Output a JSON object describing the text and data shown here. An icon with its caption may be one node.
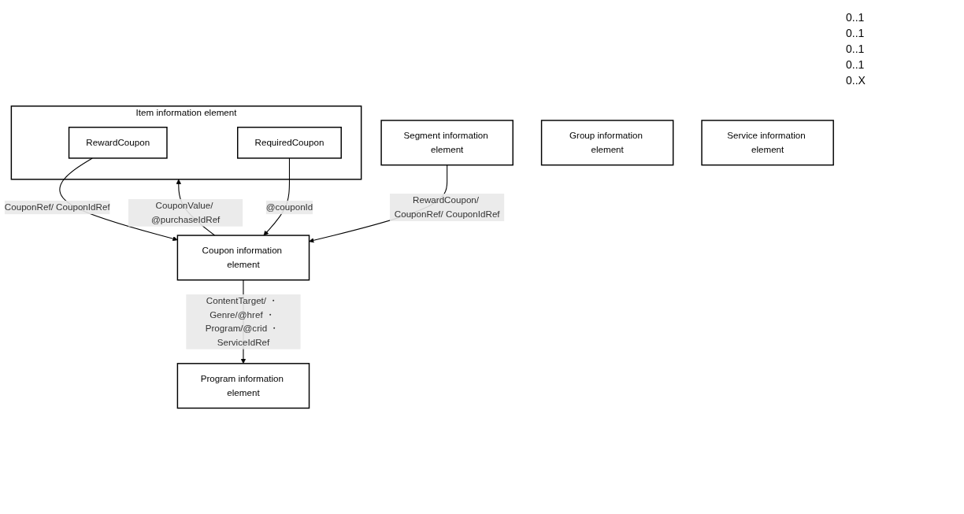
{
  "diagram": {
    "nodes": [
      {
        "text": [
          "Item information element"
        ]
      },
      {
        "text": [
          "RewardCoupon"
        ],
        "in": 0
      },
      {
        "text": [
          "RequiredCoupon"
        ],
        "in": 0
      },
      {
        "text": [
          "Segment information element"
        ]
      },
      {
        "text": [
          "Coupon information element"
        ]
      },
      {
        "text": [
          "Program information element"
        ]
      },
      {
        "text": [
          "Group information element"
        ]
      },
      {
        "text": [
          "Service information element"
        ]
      }
    ],
    "edges": [
      {
        "from": 4,
        "to": 0,
        "arrow": "to",
        "label": "CouponValue/ @purchaseIdRef"
      },
      {
        "from": 1,
        "to": 4,
        "arrow": "to",
        "label": "CouponRef/ CouponIdRef"
      },
      {
        "from": 2,
        "to": 4,
        "arrow": "to",
        "label": "@couponId"
      },
      {
        "from": 3,
        "to": 4,
        "arrow": "to",
        "label": "RewardCoupon/ CouponRef/ CouponIdRef"
      },
      {
        "from": 4,
        "to": 5,
        "arrow": "to",
        "label": "ContentTarget/ ・ Genre/@href ・ Program/@crid ・ ServiceIdRef"
      }
    ],
    "labels": [
      "0..1",
      "0..1",
      "0..1",
      "0..1",
      "0..X"
    ]
  }
}
